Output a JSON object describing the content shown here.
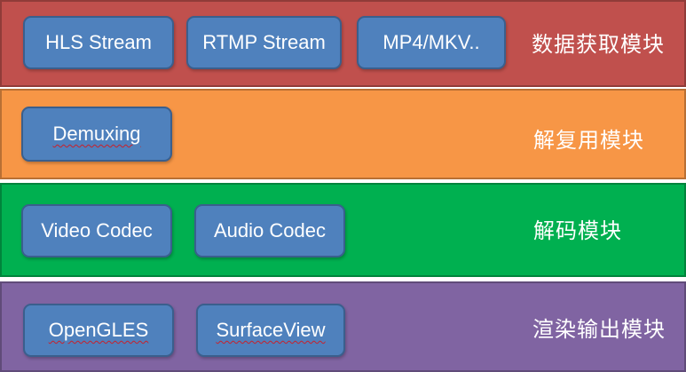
{
  "colors": {
    "band1": "#c0504d",
    "band2": "#f79646",
    "band3": "#00b050",
    "band4": "#8064a2",
    "box": "#4f81bd",
    "box_border": "#3a5f8d"
  },
  "layers": [
    {
      "title": "数据获取模块",
      "boxes": [
        "HLS Stream",
        "RTMP Stream",
        "MP4/MKV.."
      ]
    },
    {
      "title": "解复用模块",
      "boxes": [
        "Demuxing"
      ]
    },
    {
      "title": "解码模块",
      "boxes": [
        "Video Codec",
        "Audio Codec"
      ]
    },
    {
      "title": "渲染输出模块",
      "boxes": [
        "OpenGLES",
        "SurfaceView"
      ]
    }
  ]
}
